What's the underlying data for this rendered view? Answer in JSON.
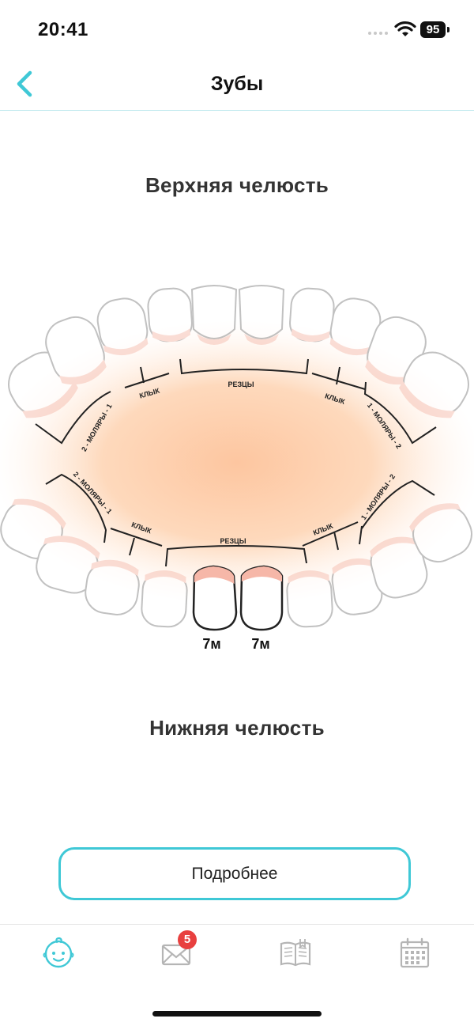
{
  "status_bar": {
    "time": "20:41",
    "battery": "95"
  },
  "nav": {
    "title": "Зубы",
    "back_icon": "chevron-left-icon"
  },
  "jaws": {
    "upper": "Верхняя челюсть",
    "lower": "Нижняя челюсть"
  },
  "chart_labels": {
    "upper_incisors": "РЕЗЦЫ",
    "upper_canine_left": "КЛЫК",
    "upper_canine_right": "КЛЫК",
    "upper_molars_left": "2 - МОЛЯРЫ - 1",
    "upper_molars_right": "1 - МОЛЯРЫ - 2",
    "lower_incisors": "РЕЗЦЫ",
    "lower_canine_left": "КЛЫК",
    "lower_canine_right": "КЛЫК",
    "lower_molars_left": "2 - МОЛЯРЫ - 1",
    "lower_molars_right": "1 - МОЛЯРЫ - 2"
  },
  "erupted_teeth": [
    {
      "label": "7м"
    },
    {
      "label": "7м"
    }
  ],
  "actions": {
    "more": "Подробнее"
  },
  "tab_bar": {
    "items": [
      {
        "icon": "baby-face-icon",
        "active": true
      },
      {
        "icon": "envelope-icon",
        "badge": "5"
      },
      {
        "icon": "book-icon"
      },
      {
        "icon": "calendar-icon"
      }
    ]
  },
  "colors": {
    "accent": "#3fc8d6",
    "gum_pink": "#f6b7a8",
    "glow": "#fdc6a0",
    "badge": "#e8403f"
  }
}
